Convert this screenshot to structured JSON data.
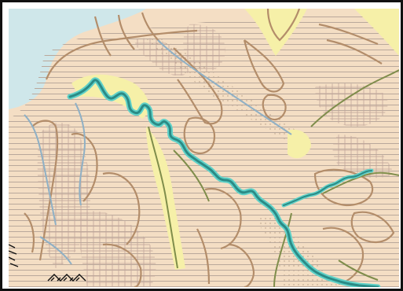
{
  "map": {
    "colors": {
      "sea": "#cfe7ea",
      "land": "#f4dec4",
      "land_hatch": "#b9a89b",
      "land_grid": "#c0a59a",
      "valley": "#f6f0a8",
      "river_main": "#2b8b86",
      "river_main_halo": "#5fd1c8",
      "tributary": "#7f8d4b",
      "stream_blue": "#8fb0c5",
      "ridge": "#b38d6a",
      "dotted_plain": "#f0e2cf",
      "border": "#111111"
    },
    "symbols": {
      "hatch": "horizontal-hatch-pattern",
      "grid": "crosshatch-grid-pattern",
      "ridges": "mountain-ridge-symbol",
      "sea": "sea-area",
      "river": "main-river"
    }
  }
}
